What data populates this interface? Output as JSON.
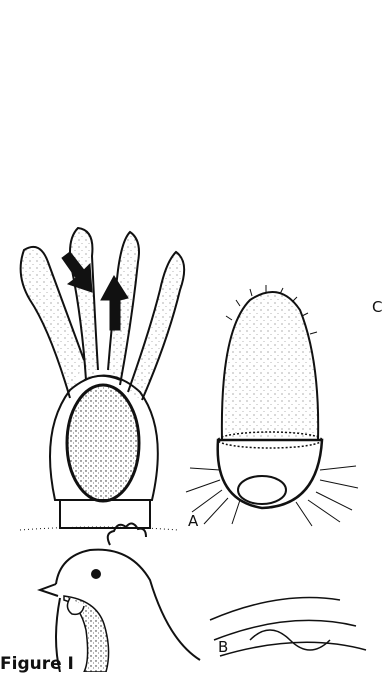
{
  "labels": {
    "a": "A",
    "b": "B",
    "c": "C"
  },
  "caption": "Figure I",
  "colors": {
    "ink": "#111111",
    "background": "#ffffff"
  }
}
